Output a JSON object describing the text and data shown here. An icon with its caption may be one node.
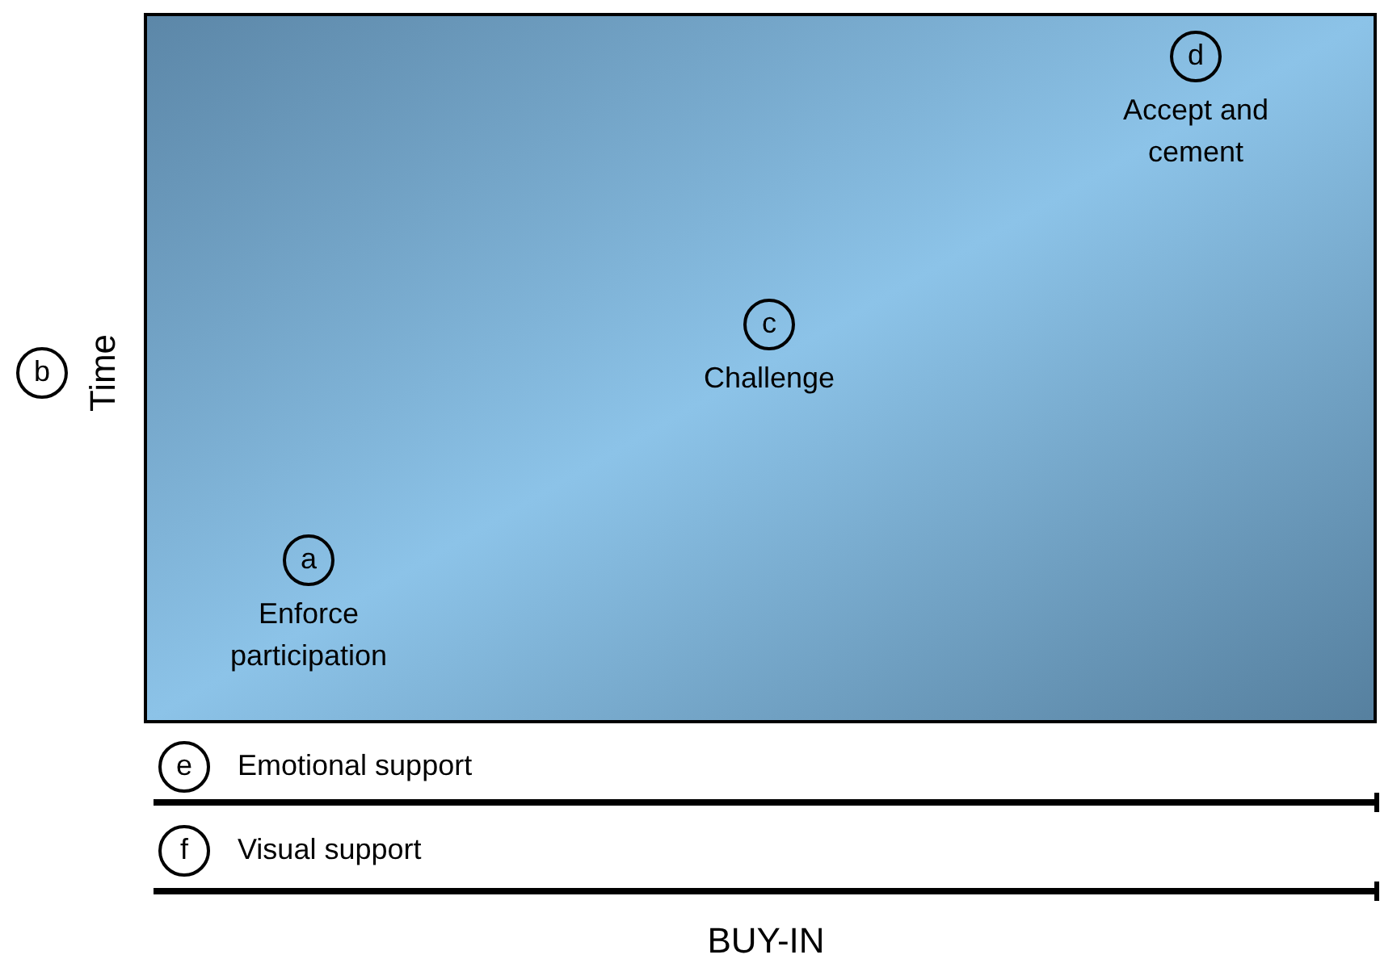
{
  "diagram": {
    "nodes": [
      {
        "text": [],
        "shape": "box"
      },
      {
        "text": [
          "d"
        ],
        "in": 0,
        "beside": [
          "Accept and cement"
        ]
      },
      {
        "text": [
          "b"
        ],
        "beside": [
          "Time"
        ]
      },
      {
        "text": [
          "c"
        ],
        "in": 0,
        "beside": [
          "Challenge"
        ]
      },
      {
        "text": [
          "a"
        ],
        "in": 0,
        "beside": [
          "Enforce participation"
        ]
      },
      {
        "text": [
          "e"
        ],
        "beside": [
          "Emotional support"
        ]
      },
      {
        "text": [
          "f"
        ],
        "beside": [
          "Visual support"
        ]
      }
    ],
    "edges": [],
    "labels": [
      "BUY-IN"
    ]
  }
}
